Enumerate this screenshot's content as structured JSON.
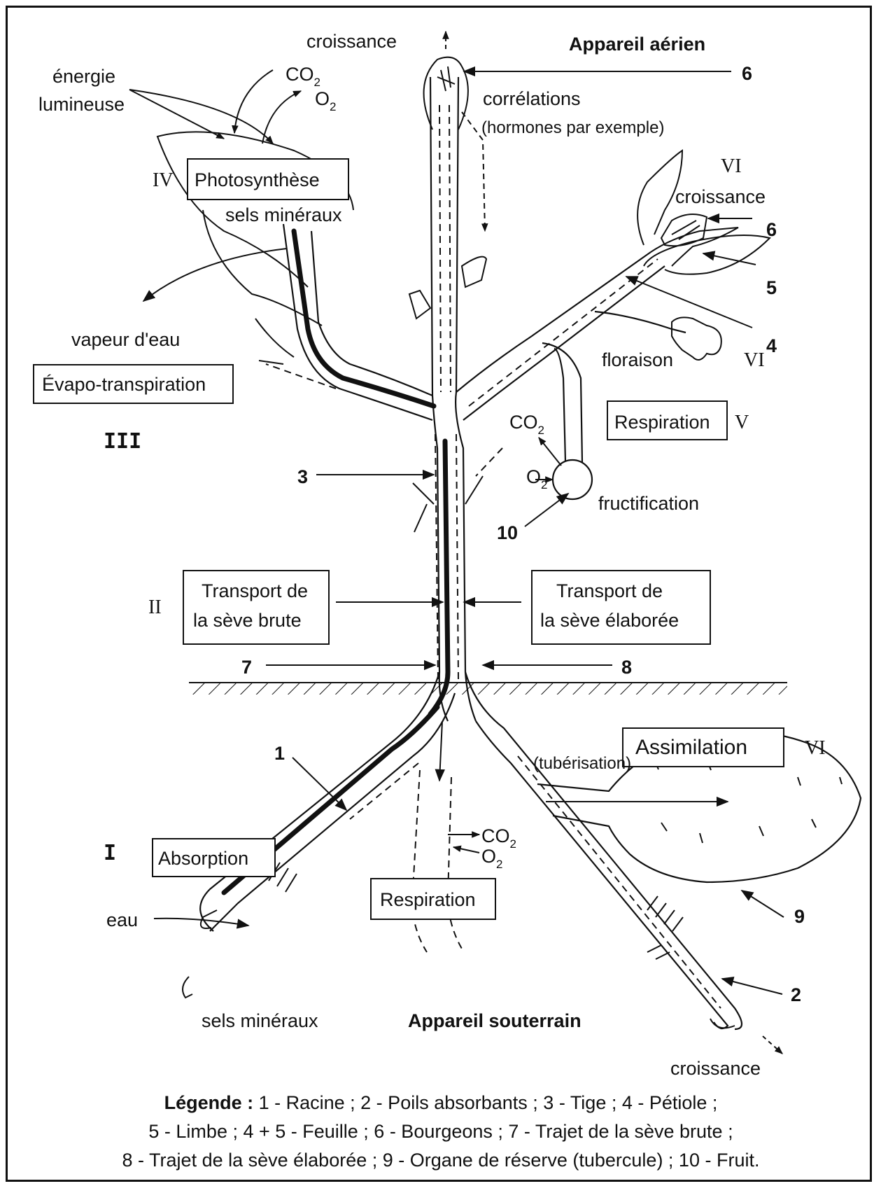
{
  "labels": {
    "top_growth": "croissance",
    "aerial_system": "Appareil aérien",
    "light_energy_1": "énergie",
    "light_energy_2": "lumineuse",
    "co2": "CO",
    "co2_sub": "2",
    "o2": "O",
    "o2_sub": "2",
    "correlations": "corrélations",
    "hormones": "(hormones par exemple)",
    "photosynthesis": "Photosynthèse",
    "roman_iv": "IV",
    "sels_top": "sels minéraux",
    "water_vapour": "vapeur d'eau",
    "evapo": "Évapo-transpiration",
    "roman_iii": "III",
    "roman_vi_top": "VI",
    "growth_bud": "croissance",
    "flowering": "floraison",
    "roman_vi_flower": "VI",
    "respiration_fruit": "Respiration",
    "roman_v": "V",
    "fructification": "fructification",
    "raw_sap_1": "Transport de",
    "raw_sap_2": "la sève brute",
    "roman_ii": "II",
    "elab_sap_1": "Transport de",
    "elab_sap_2": "la sève élaborée",
    "assimilation": "Assimilation",
    "roman_vi_tuber": "VI",
    "tuberisation": "(tubérisation)",
    "roman_i": "I",
    "absorption": "Absorption",
    "respiration_root": "Respiration",
    "water": "eau",
    "sels_bottom": "sels minéraux",
    "underground_system": "Appareil souterrain",
    "root_growth": "croissance"
  },
  "numbers": {
    "n6_top": "6",
    "n6_bud": "6",
    "n5": "5",
    "n4": "4",
    "n3": "3",
    "n10": "10",
    "n7": "7",
    "n8": "8",
    "n1": "1",
    "n9": "9",
    "n2": "2"
  },
  "legend": {
    "title": "Légende :",
    "line1": "1 - Racine ; 2 - Poils absorbants ; 3 - Tige ; 4 - Pétiole ;",
    "line2": "5 - Limbe ; 4 + 5 - Feuille ; 6 - Bourgeons ; 7 - Trajet de la sève brute ;",
    "line3": "8 - Trajet de la sève élaborée ; 9 - Organe de réserve (tubercule) ; 10 - Fruit."
  }
}
